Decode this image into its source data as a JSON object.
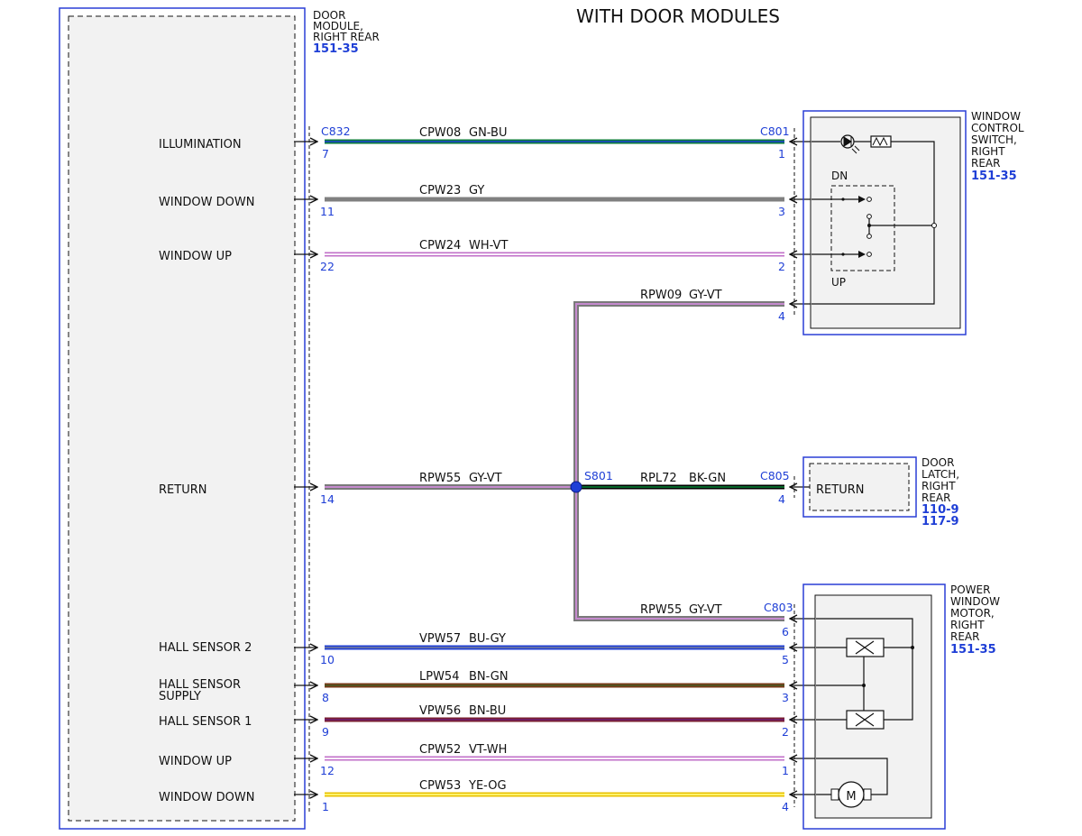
{
  "title": "WITH DOOR MODULES",
  "door_module": {
    "lines": [
      "DOOR",
      "MODULE,",
      "RIGHT REAR"
    ],
    "ref": "151-35"
  },
  "module_pins": {
    "illumination": "ILLUMINATION",
    "window_down_1": "WINDOW DOWN",
    "window_up_1": "WINDOW UP",
    "return": "RETURN",
    "hall2": "HALL SENSOR 2",
    "hall_supply": [
      "HALL SENSOR",
      "SUPPLY"
    ],
    "hall1": "HALL SENSOR 1",
    "window_up_2": "WINDOW UP",
    "window_down_2": "WINDOW DOWN"
  },
  "connectors": {
    "c832": "C832",
    "c801": "C801",
    "c805": "C805",
    "c803": "C803",
    "s801": "S801"
  },
  "wires": [
    {
      "circuit": "CPW08",
      "color": "GN-BU",
      "from_pin": "7",
      "to_pin": "1",
      "colors": [
        "#0a7a3a",
        "#1f3fd6"
      ]
    },
    {
      "circuit": "CPW23",
      "color": "GY",
      "from_pin": "11",
      "to_pin": "3",
      "colors": [
        "#808080",
        "#808080"
      ]
    },
    {
      "circuit": "CPW24",
      "color": "WH-VT",
      "from_pin": "22",
      "to_pin": "2",
      "colors": [
        "#f6e6f6",
        "#c070c8"
      ]
    },
    {
      "circuit": "RPW09",
      "color": "GY-VT",
      "from_pin": "",
      "to_pin": "4",
      "colors": [
        "#8a8a8a",
        "#b07ab8"
      ]
    },
    {
      "circuit": "RPW55",
      "color": "GY-VT",
      "from_pin": "14",
      "to_pin": "",
      "colors": [
        "#8a8a8a",
        "#b07ab8"
      ]
    },
    {
      "circuit": "RPL72",
      "color": "BK-GN",
      "from_pin": "",
      "to_pin": "4",
      "colors": [
        "#000000",
        "#0a8a3a"
      ]
    },
    {
      "circuit": "RPW55",
      "color": "GY-VT",
      "from_pin": "",
      "to_pin": "6",
      "colors": [
        "#8a8a8a",
        "#b07ab8"
      ]
    },
    {
      "circuit": "VPW57",
      "color": "BU-GY",
      "from_pin": "10",
      "to_pin": "5",
      "colors": [
        "#1f3fd6",
        "#8a8a8a"
      ]
    },
    {
      "circuit": "LPW54",
      "color": "BN-GN",
      "from_pin": "8",
      "to_pin": "3",
      "colors": [
        "#7a3a18",
        "#0a7a3a"
      ]
    },
    {
      "circuit": "VPW56",
      "color": "BN-BU",
      "from_pin": "9",
      "to_pin": "2",
      "colors": [
        "#7a2030",
        "#6a1a80"
      ]
    },
    {
      "circuit": "CPW52",
      "color": "VT-WH",
      "from_pin": "12",
      "to_pin": "1",
      "colors": [
        "#c070c8",
        "#f6e6f6"
      ]
    },
    {
      "circuit": "CPW53",
      "color": "YE-OG",
      "from_pin": "1",
      "to_pin": "4",
      "colors": [
        "#f0e000",
        "#e8a020"
      ]
    }
  ],
  "window_switch": {
    "lines": [
      "WINDOW",
      "CONTROL",
      "SWITCH,",
      "RIGHT",
      "REAR"
    ],
    "ref": "151-35",
    "dn": "DN",
    "up": "UP"
  },
  "door_latch": {
    "lines": [
      "DOOR",
      "LATCH,",
      "RIGHT",
      "REAR"
    ],
    "refs": [
      "110-9",
      "117-9"
    ],
    "inner": "RETURN"
  },
  "window_motor": {
    "lines": [
      "POWER",
      "WINDOW",
      "MOTOR,",
      "RIGHT",
      "REAR"
    ],
    "ref": "151-35",
    "motor": "M"
  }
}
